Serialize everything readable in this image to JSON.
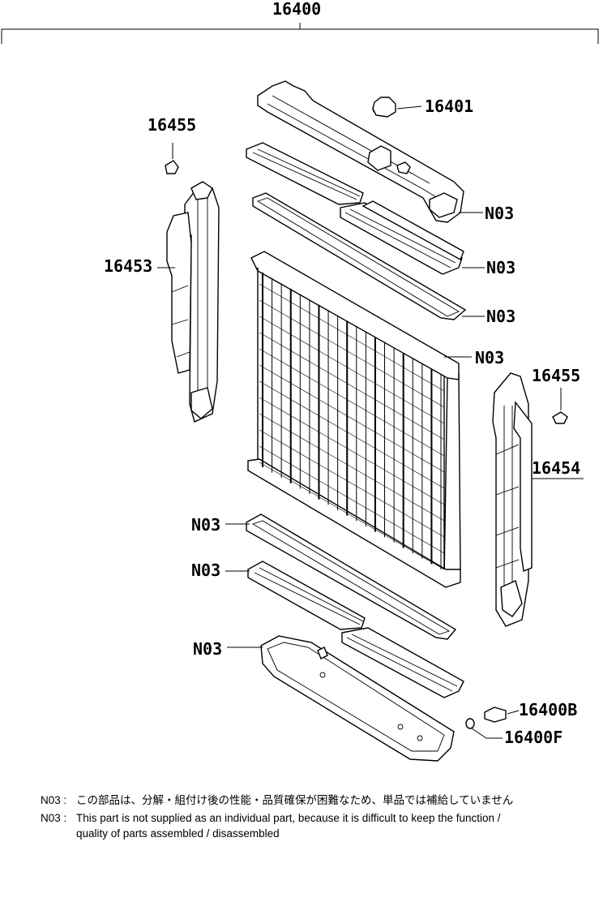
{
  "labels": {
    "assembly": "16400",
    "tank_upper_cap": "16401",
    "bolt_left": "16455",
    "bolt_right": "16455",
    "support_left": "16453",
    "support_right": "16454",
    "n03_upper_tank": "N03",
    "n03_upper_plate": "N03",
    "n03_upper_gasket": "N03",
    "n03_core": "N03",
    "n03_lower_gasket": "N03",
    "n03_lower_plate": "N03",
    "n03_lower_tank": "N03",
    "drain_cock": "16400B",
    "drain_o_ring": "16400F"
  },
  "notes": [
    {
      "code": "N03 :",
      "text": "この部品は、分解・組付け後の性能・品質確保が困難なため、単品では補給していません"
    },
    {
      "code": "N03 :",
      "text": "This part is not supplied as an individual part, because it is difficult to keep the function /"
    },
    {
      "code": "",
      "text": "quality of parts assembled / disassembled"
    }
  ]
}
